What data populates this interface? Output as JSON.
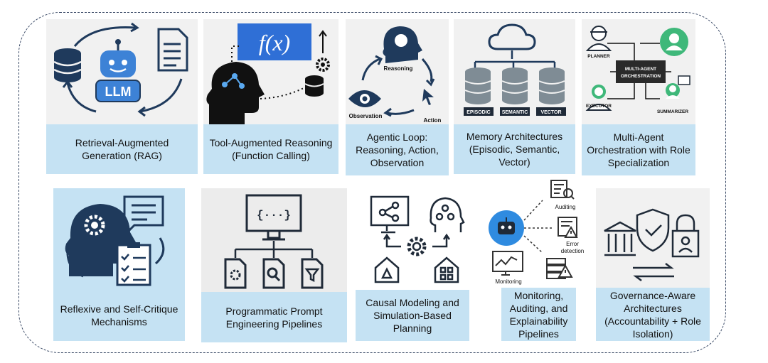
{
  "cards": [
    {
      "label": "Retrieval-Augmented Generation (RAG)",
      "badge": "LLM"
    },
    {
      "label": "Tool-Augmented Reasoning (Function Calling)",
      "formula": "f(x)"
    },
    {
      "label": "Agentic Loop: Reasoning, Action, Observation",
      "tags": {
        "reasoning": "Reasoning",
        "action": "Action",
        "observation": "Observation"
      }
    },
    {
      "label": "Memory Architectures (Episodic, Semantic, Vector)",
      "tags": [
        "EPISODIC",
        "SEMANTIC",
        "VECTOR"
      ]
    },
    {
      "label": "Multi-Agent Orchestration with Role Specialization",
      "tags": {
        "planner": "PLANNER",
        "executor": "EXECUTOR",
        "summarizer": "SUMMARIZER",
        "center_line1": "MULTI-AGENT",
        "center_line2": "ORCHESTRATION"
      }
    },
    {
      "label": "Reflexive and Self-Critique Mechanisms"
    },
    {
      "label": "Programmatic Prompt Engineering Pipelines",
      "code": "{···}"
    },
    {
      "label": "Causal Modeling and Simulation-Based Planning"
    },
    {
      "label": "Monitoring, Auditing, and Explainability Pipelines",
      "tags": {
        "auditing": "Auditing",
        "error_line1": "Error",
        "error_line2": "detection",
        "monitoring": "Monitoring"
      }
    },
    {
      "label": "Governance-Aware Architectures (Accountability + Role Isolation)"
    }
  ],
  "colors": {
    "label_bg": "#c5e2f3",
    "icon_dark": "#1f3a5c",
    "icon_blue": "#3d82d6",
    "image_bg": "#f1f1f1"
  }
}
